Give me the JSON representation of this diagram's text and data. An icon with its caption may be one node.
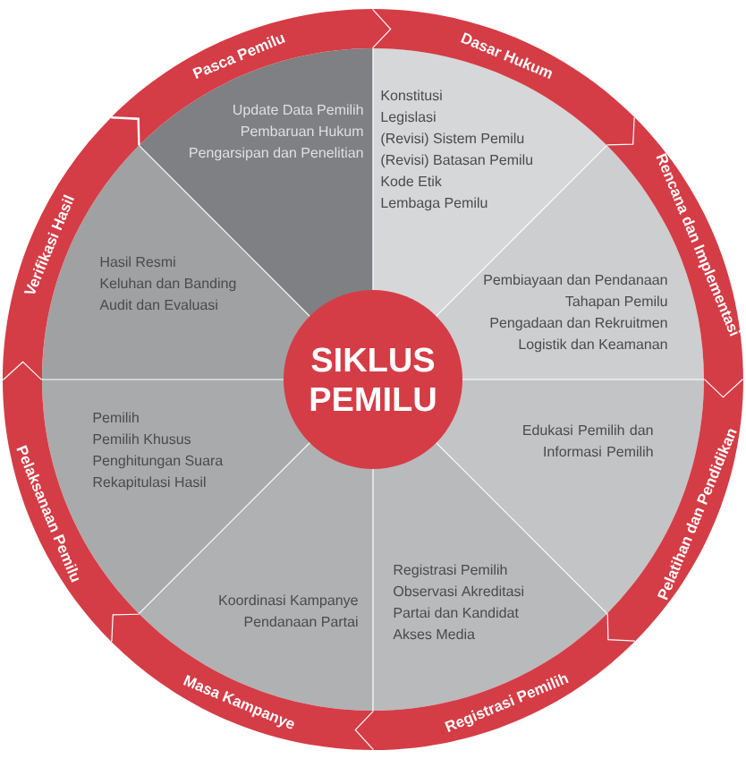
{
  "diagram": {
    "nodes": [
      {
        "text": [
          "SIKLUS PEMILU"
        ]
      },
      {
        "text": [
          "Update Data Pemilih",
          "Pembaruan Hukum",
          "Pengarsipan dan Penelitian"
        ]
      },
      {
        "text": [
          "Konstitusi",
          "Legislasi",
          "(Revisi) Sistem Pemilu",
          "(Revisi) Batasan Pemilu",
          "Kode Etik",
          "Lembaga Pemilu"
        ]
      },
      {
        "text": [
          "Pembiayaan dan Pendanaan",
          "Tahapan Pemilu",
          "Pengadaan dan Rekruitmen",
          "Logistik dan Keamanan"
        ]
      },
      {
        "text": [
          "Edukasi Pemilih dan Informasi Pemilih"
        ]
      },
      {
        "text": [
          "Registrasi Pemilih",
          "Observasi Akreditasi",
          "Partai dan Kandidat",
          "Akses Media"
        ]
      },
      {
        "text": [
          "Koordinasi Kampanye",
          "Pendanaan Partai"
        ]
      },
      {
        "text": [
          "Pemilih",
          "Pemilih Khusus",
          "Penghitungan Suara",
          "Rekapitulasi Hasil"
        ]
      },
      {
        "text": [
          "Hasil Resmi",
          "Keluhan dan Banding",
          "Audit dan Evaluasi"
        ]
      },
      {
        "text": [
          "Pasca Pemilu"
        ]
      },
      {
        "text": [
          "Dasar Hukum"
        ]
      },
      {
        "text": [
          "Rencana dan Implementasi"
        ]
      },
      {
        "text": [
          "Pelatihan dan Pendidikan"
        ]
      },
      {
        "text": [
          "Registrasi Pemilih"
        ]
      },
      {
        "text": [
          "Masa Kampanye"
        ]
      },
      {
        "text": [
          "Pelaksanaan Pemilu"
        ]
      },
      {
        "text": [
          "Verifikasi Hasil"
        ]
      }
    ]
  }
}
